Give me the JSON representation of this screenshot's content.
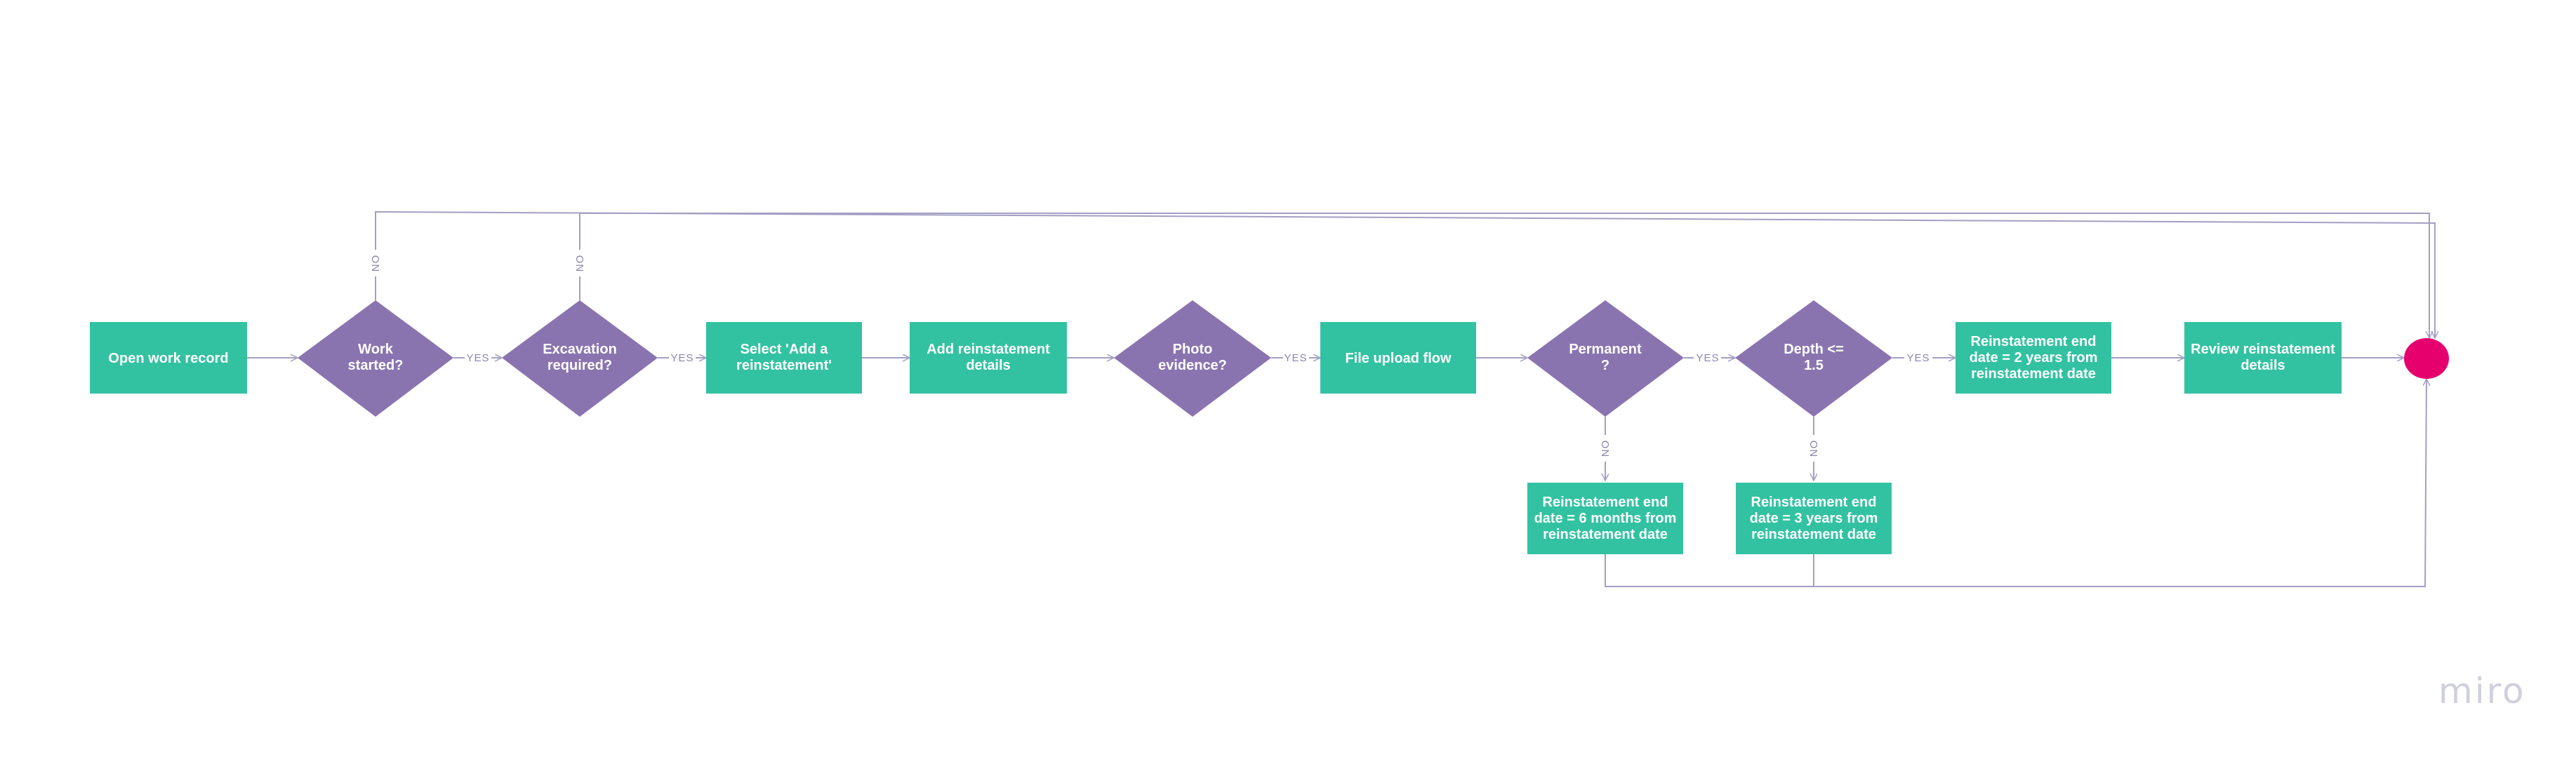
{
  "colors": {
    "process": "#33c2a1",
    "decision": "#8a74b0",
    "end": "#e6006e",
    "connector": "#a39fc4",
    "connector_label": "#8a86b0",
    "watermark": "#cfd0dc"
  },
  "nodes": {
    "open_work_record": "Open work record",
    "work_started": [
      "Work",
      "started?"
    ],
    "excavation_required": [
      "Excavation",
      "required?"
    ],
    "select_add_reinstatement": [
      "Select 'Add a",
      "reinstatement'"
    ],
    "add_reinstatement_details": [
      "Add reinstatement",
      "details"
    ],
    "photo_evidence": [
      "Photo",
      "evidence?"
    ],
    "file_upload_flow": "File upload flow",
    "permanent": [
      "Permanent",
      "?"
    ],
    "depth": [
      "Depth <=",
      "1.5"
    ],
    "end_2_years": [
      "Reinstatement end",
      "date = 2 years from",
      "reinstatement date"
    ],
    "review_reinstatement_details": [
      "Review reinstatement",
      "details"
    ],
    "end_6_months": [
      "Reinstatement end",
      "date = 6 months from",
      "reinstatement date"
    ],
    "end_3_years": [
      "Reinstatement end",
      "date = 3 years from",
      "reinstatement date"
    ]
  },
  "edge_labels": {
    "yes": "YES",
    "no": "NO"
  },
  "watermark": "miro"
}
